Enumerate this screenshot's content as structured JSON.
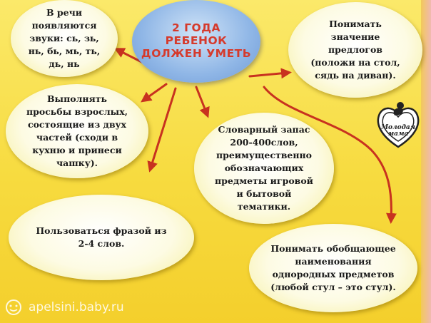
{
  "center": {
    "lines": "2 ГОДА\nРЕБЕНОК\nДОЛЖЕН УМЕТЬ"
  },
  "bubbles": {
    "sounds": "В речи\nпоявляются\nзвуки: сь, зь,\nнь, бь, мь, ть,\nдь, нь",
    "requests": "Выполнять\nпросьбы взрослых,\nсостоящие из двух\nчастей (сходи в\nкухню и принеси\nчашку).",
    "phrases": "Пользоваться фразой из\n2-4 слов.",
    "vocabulary": "Словарный запас\n200-400слов,\nпреимущественно\nобозначающих\nпредметы игровой\nи бытовой\nтематики.",
    "prepositions": "Понимать\nзначение\nпредлогов\n(положи на стол,\nсядь на диван).",
    "generalize": "Понимать обобщающее\nнаименования\nоднородных предметов\n(любой стул – это стул)."
  },
  "logo": {
    "text": "Молодая мама"
  },
  "watermark": {
    "text": "apelsini.baby.ru"
  },
  "colors": {
    "background": "#f7db3f",
    "arrow": "#c8321f",
    "center_text": "#d53a2c",
    "center_fill": "#8fb6e6"
  }
}
